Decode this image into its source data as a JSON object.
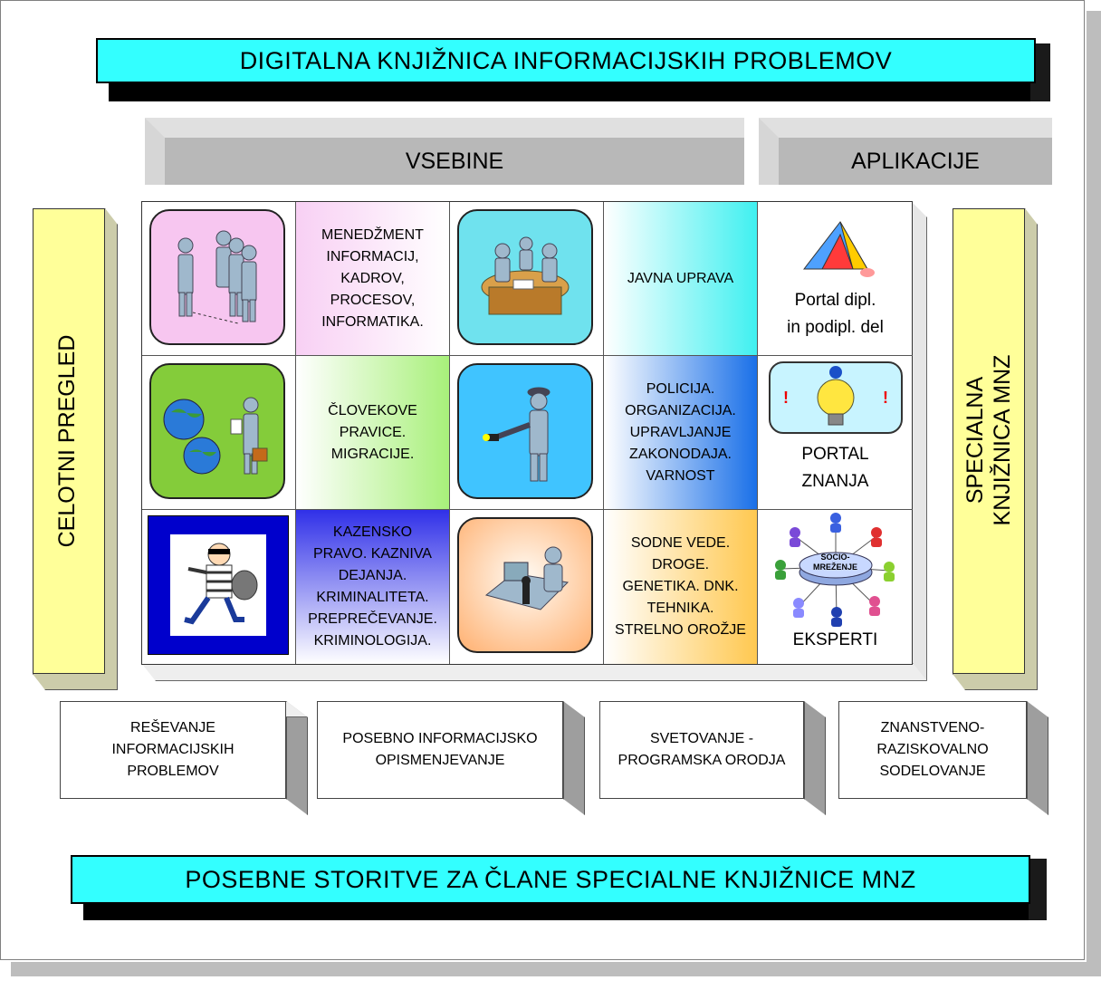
{
  "title": "DIGITALNA KNJIŽNICA INFORMACIJSKIH PROBLEMOV",
  "headers": {
    "vsebine": "VSEBINE",
    "aplikacije": "APLIKACIJE"
  },
  "left_pillar": "CELOTNI PREGLED",
  "right_pillar": {
    "line1": "SPECIALNA",
    "line2": "KNJIŽNICA MNZ"
  },
  "grid": {
    "topic1": [
      "MENEDŽMENT",
      "INFORMACIJ,",
      "KADROV,",
      "PROCESOV,",
      "INFORMATIKA."
    ],
    "topic2": [
      "JAVNA UPRAVA"
    ],
    "topic3": [
      "ČLOVEKOVE",
      "PRAVICE.",
      "MIGRACIJE."
    ],
    "topic4": [
      "POLICIJA.",
      "ORGANIZACIJA.",
      "UPRAVLJANJE",
      "ZAKONODAJA.",
      "VARNOST"
    ],
    "topic5": [
      "KAZENSKO",
      "PRAVO. KAZNIVA",
      "DEJANJA.",
      "KRIMINALITETA.",
      "PREPREČEVANJE.",
      "KRIMINOLOGIJA."
    ],
    "topic6": [
      "SODNE VEDE.",
      "DROGE.",
      "GENETIKA. DNK.",
      "TEHNIKA.",
      "STRELNO OROŽJE"
    ],
    "app1": [
      "Portal dipl.",
      "in podipl. del"
    ],
    "app2": [
      "PORTAL",
      "ZNANJA"
    ],
    "app3": [
      "EKSPERTI"
    ],
    "socio_label": [
      "SOCIO-",
      "MREŽENJE"
    ]
  },
  "services": [
    [
      "REŠEVANJE",
      "INFORMACIJSKIH",
      "PROBLEMOV"
    ],
    [
      "POSEBNO INFORMACIJSKO",
      "OPISMENJEVANJE"
    ],
    [
      "SVETOVANJE -",
      "PROGRAMSKA ORODJA"
    ],
    [
      "ZNANSTVENO-",
      "RAZISKOVALNO",
      "SODELOVANJE"
    ]
  ],
  "footer": "POSEBNE STORITVE ZA ČLANE SPECIALNE KNJIŽNICE MNZ",
  "colors": {
    "banner": "#33ffff",
    "pillar": "#ffff99",
    "header_face": "#b8b8b8"
  }
}
